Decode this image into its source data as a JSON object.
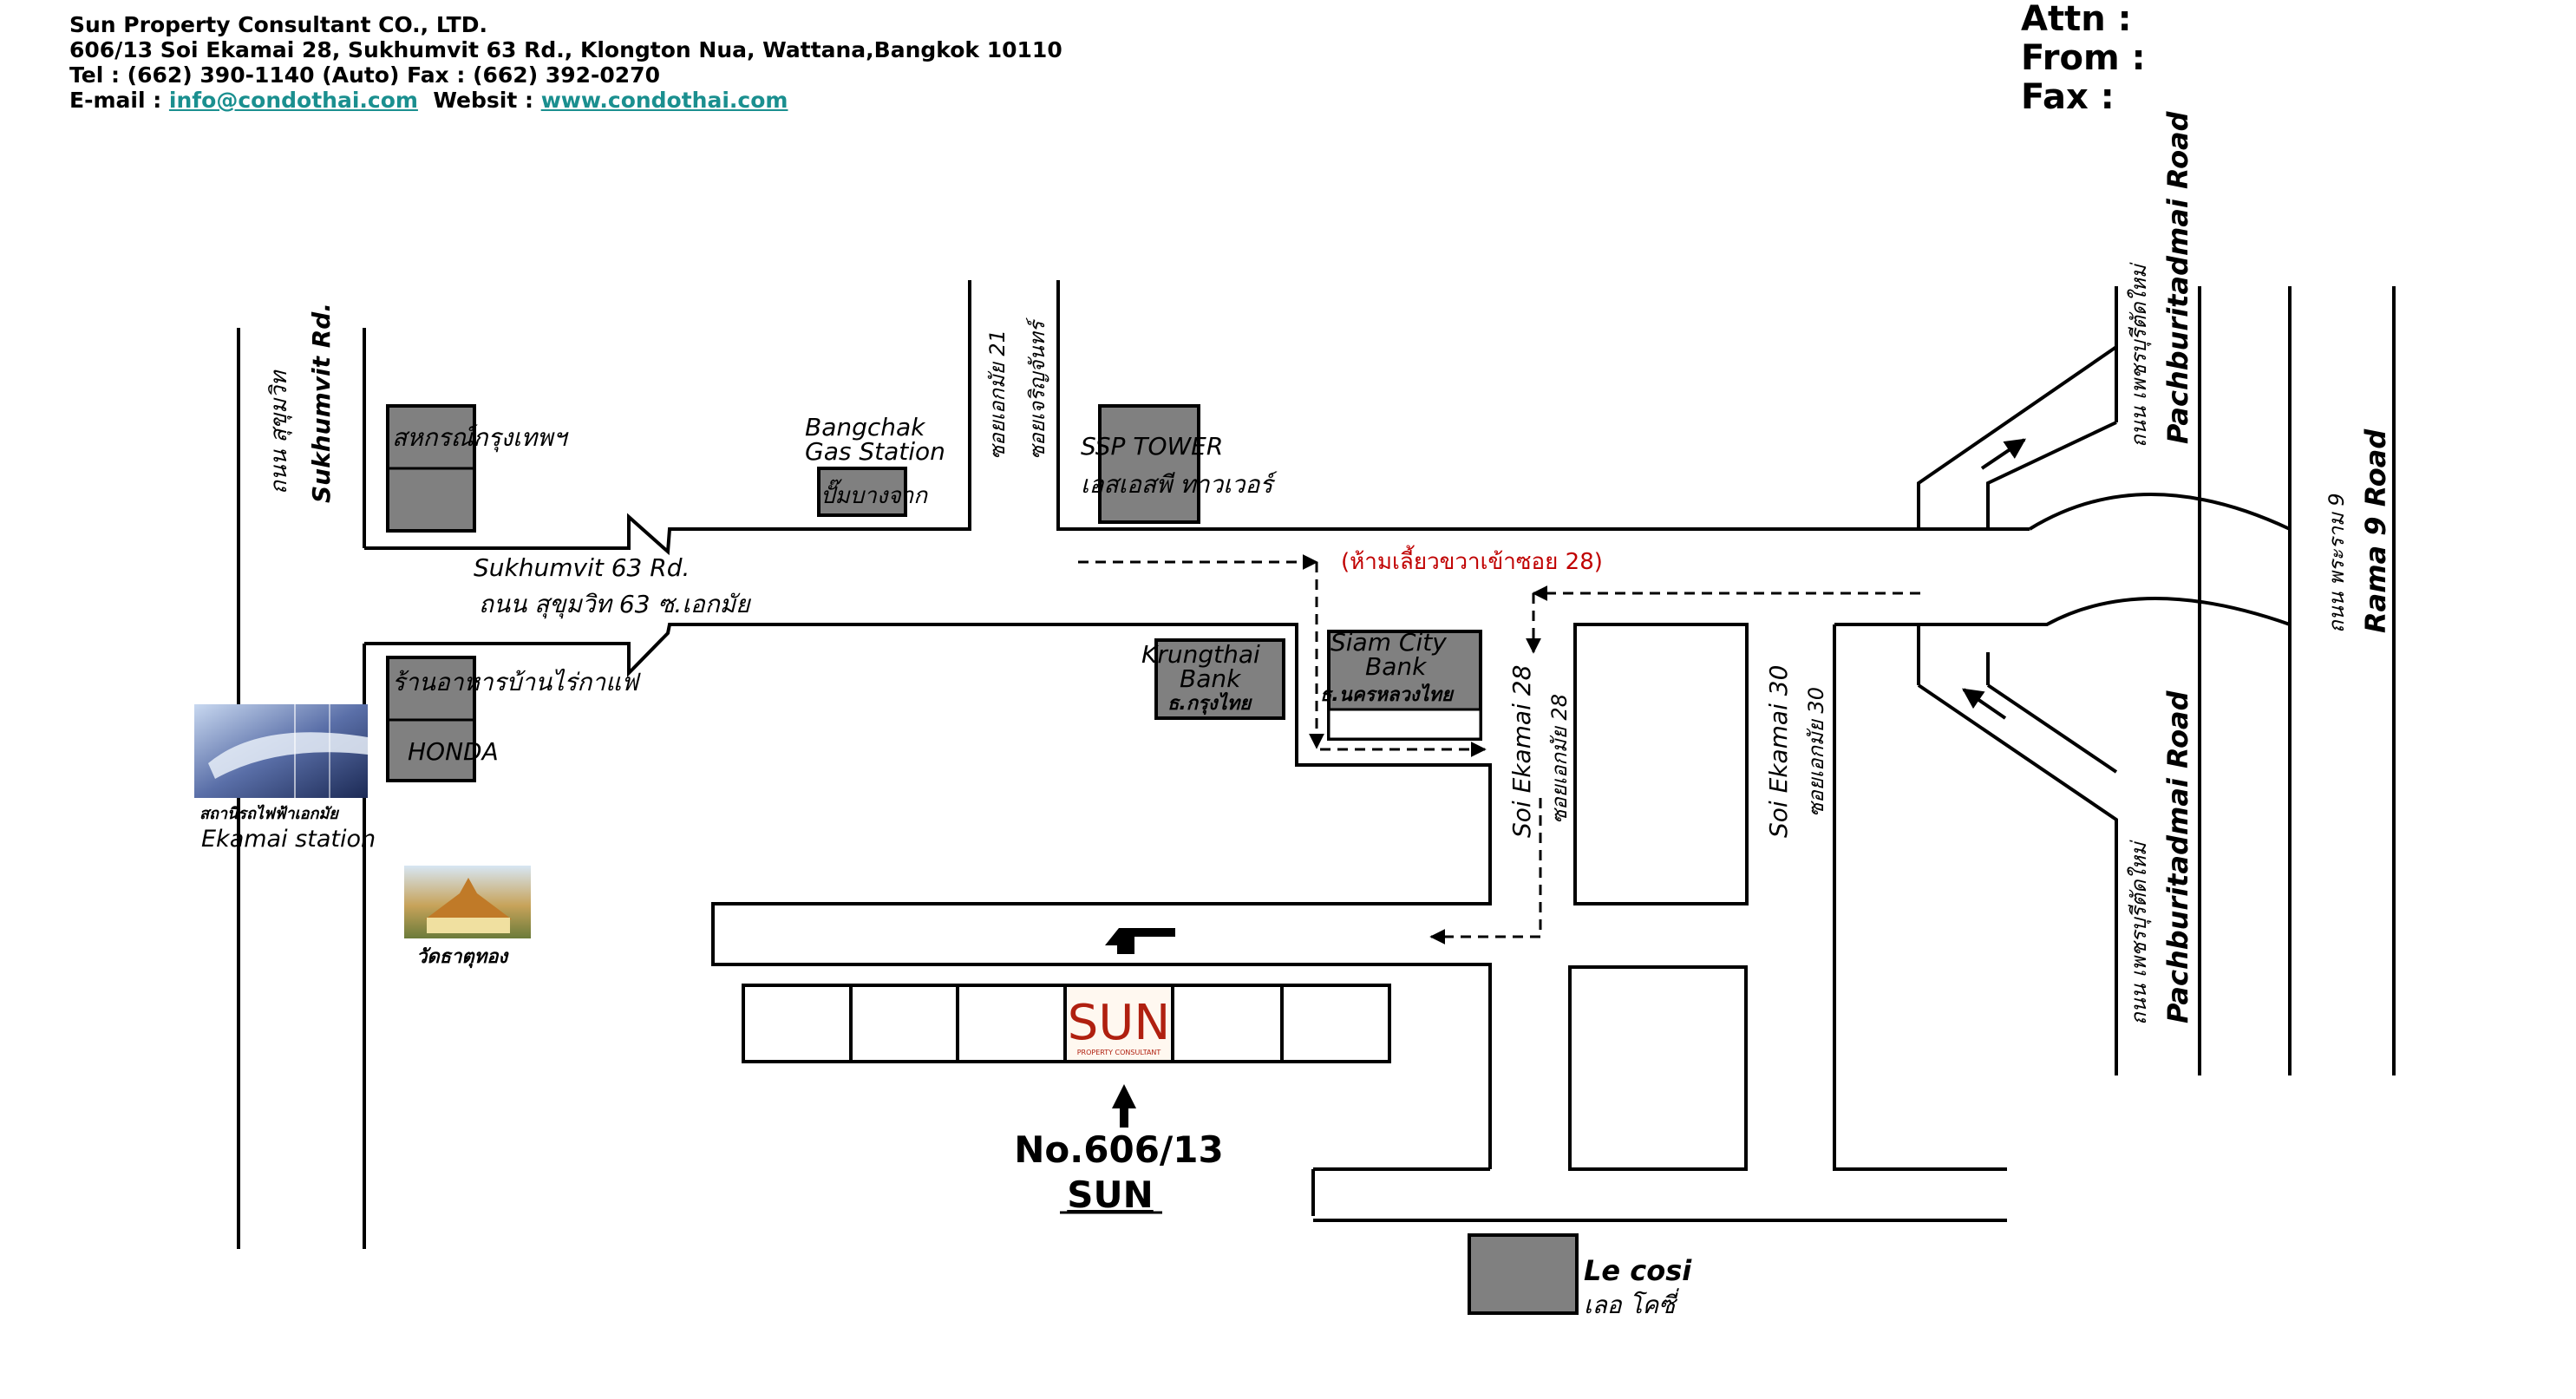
{
  "header": {
    "company": "Sun Property Consultant CO., LTD.",
    "address": "606/13 Soi Ekamai 28, Sukhumvit 63 Rd., Klongton Nua, Wattana,Bangkok 10110",
    "tel": "Tel : (662) 390-1140 (Auto)  Fax : (662) 392-0270",
    "email_label": "E-mail : ",
    "email": "info@condothai.com",
    "website_label": "  Websit : ",
    "website": "www.condothai.com"
  },
  "fax_fields": {
    "attn": "Attn :",
    "from": "From :",
    "fax": "Fax :"
  },
  "map": {
    "sukhumvit_th": "ถนน สุขุมวิท",
    "sukhumvit_en": "Sukhumvit Rd.",
    "sahakorn": "สหกรณ์กรุงเทพฯ",
    "restaurant": "ร้านอาหารบ้านไร่กาแฟ",
    "honda": "HONDA",
    "bts_th": "สถานีรถไฟฟ้าเอกมัย",
    "bts_en": "Ekamai station",
    "temple": "วัดธาตุทอง",
    "bangchak_1": "Bangchak",
    "bangchak_2": "Gas Station",
    "bangchak_th": "ปั๊มบางจาก",
    "soi21_th": "ซอยเอกมัย 21",
    "soi21_th2": "ซอยเจริญจันทร์",
    "ssp_en": "SSP TOWER",
    "ssp_th": "เอสเอสพี ทาวเวอร์",
    "road_en": "Sukhumvit 63 Rd.",
    "road_th": "ถนน สุขุมวิท 63 ซ.เอกมัย",
    "no_right_turn": "(ห้ามเลี้ยวขวาเข้าซอย 28)",
    "krungthai_1": "Krungthai",
    "krungthai_2": "Bank",
    "krungthai_th": "ธ.กรุงไทย",
    "siam_1": "Siam City",
    "siam_2": "Bank",
    "siam_th": "ธ.นครหลวงไทย",
    "soi28_en": "Soi Ekamai 28",
    "soi28_th": "ซอยเอกมัย 28",
    "soi30_en": "Soi Ekamai 30",
    "soi30_th": "ซอยเอกมัย 30",
    "pach_en_top": "Pachburitadmai Road",
    "pach_th_top": "ถนน เพชรบุรีตัดใหม่",
    "pach_en_bottom": "Pachburitadmai Road",
    "pach_th_bottom": "ถนน เพชรบุรีตัดใหม่",
    "rama9_th": "ถนน พระราม 9",
    "rama9_en": "Rama 9 Road",
    "sun_logo": "SUN",
    "sun_logo_sub": "PROPERTY CONSULTANT",
    "no_label": "No.606/13",
    "sun_label": "SUN",
    "lecosi_en": "Le cosi",
    "lecosi_th": "เลอ โคซี่"
  },
  "colors": {
    "link": "#1a8f8f",
    "building_fill": "#808080",
    "warning_red": "#c00000",
    "sun_red": "#b02010"
  }
}
